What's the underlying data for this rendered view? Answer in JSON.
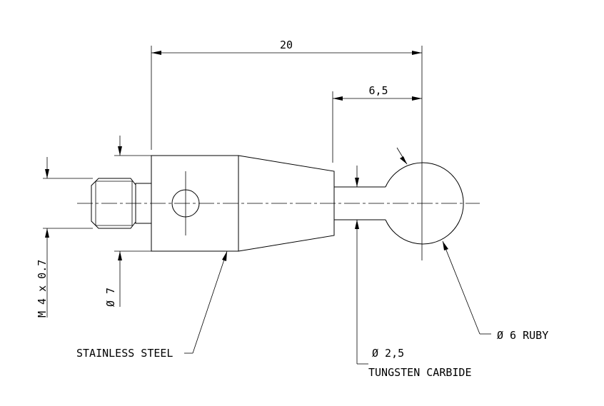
{
  "dimensions": {
    "overall_length": "20",
    "ball_offset": "6,5",
    "thread": "M 4 x 0.7",
    "body_diameter": "Ø 7"
  },
  "labels": {
    "ruby": "Ø 6 RUBY",
    "stem_diameter": "Ø 2,5",
    "stem_material": "TUNGSTEN CARBIDE",
    "body_material": "STAINLESS STEEL"
  }
}
